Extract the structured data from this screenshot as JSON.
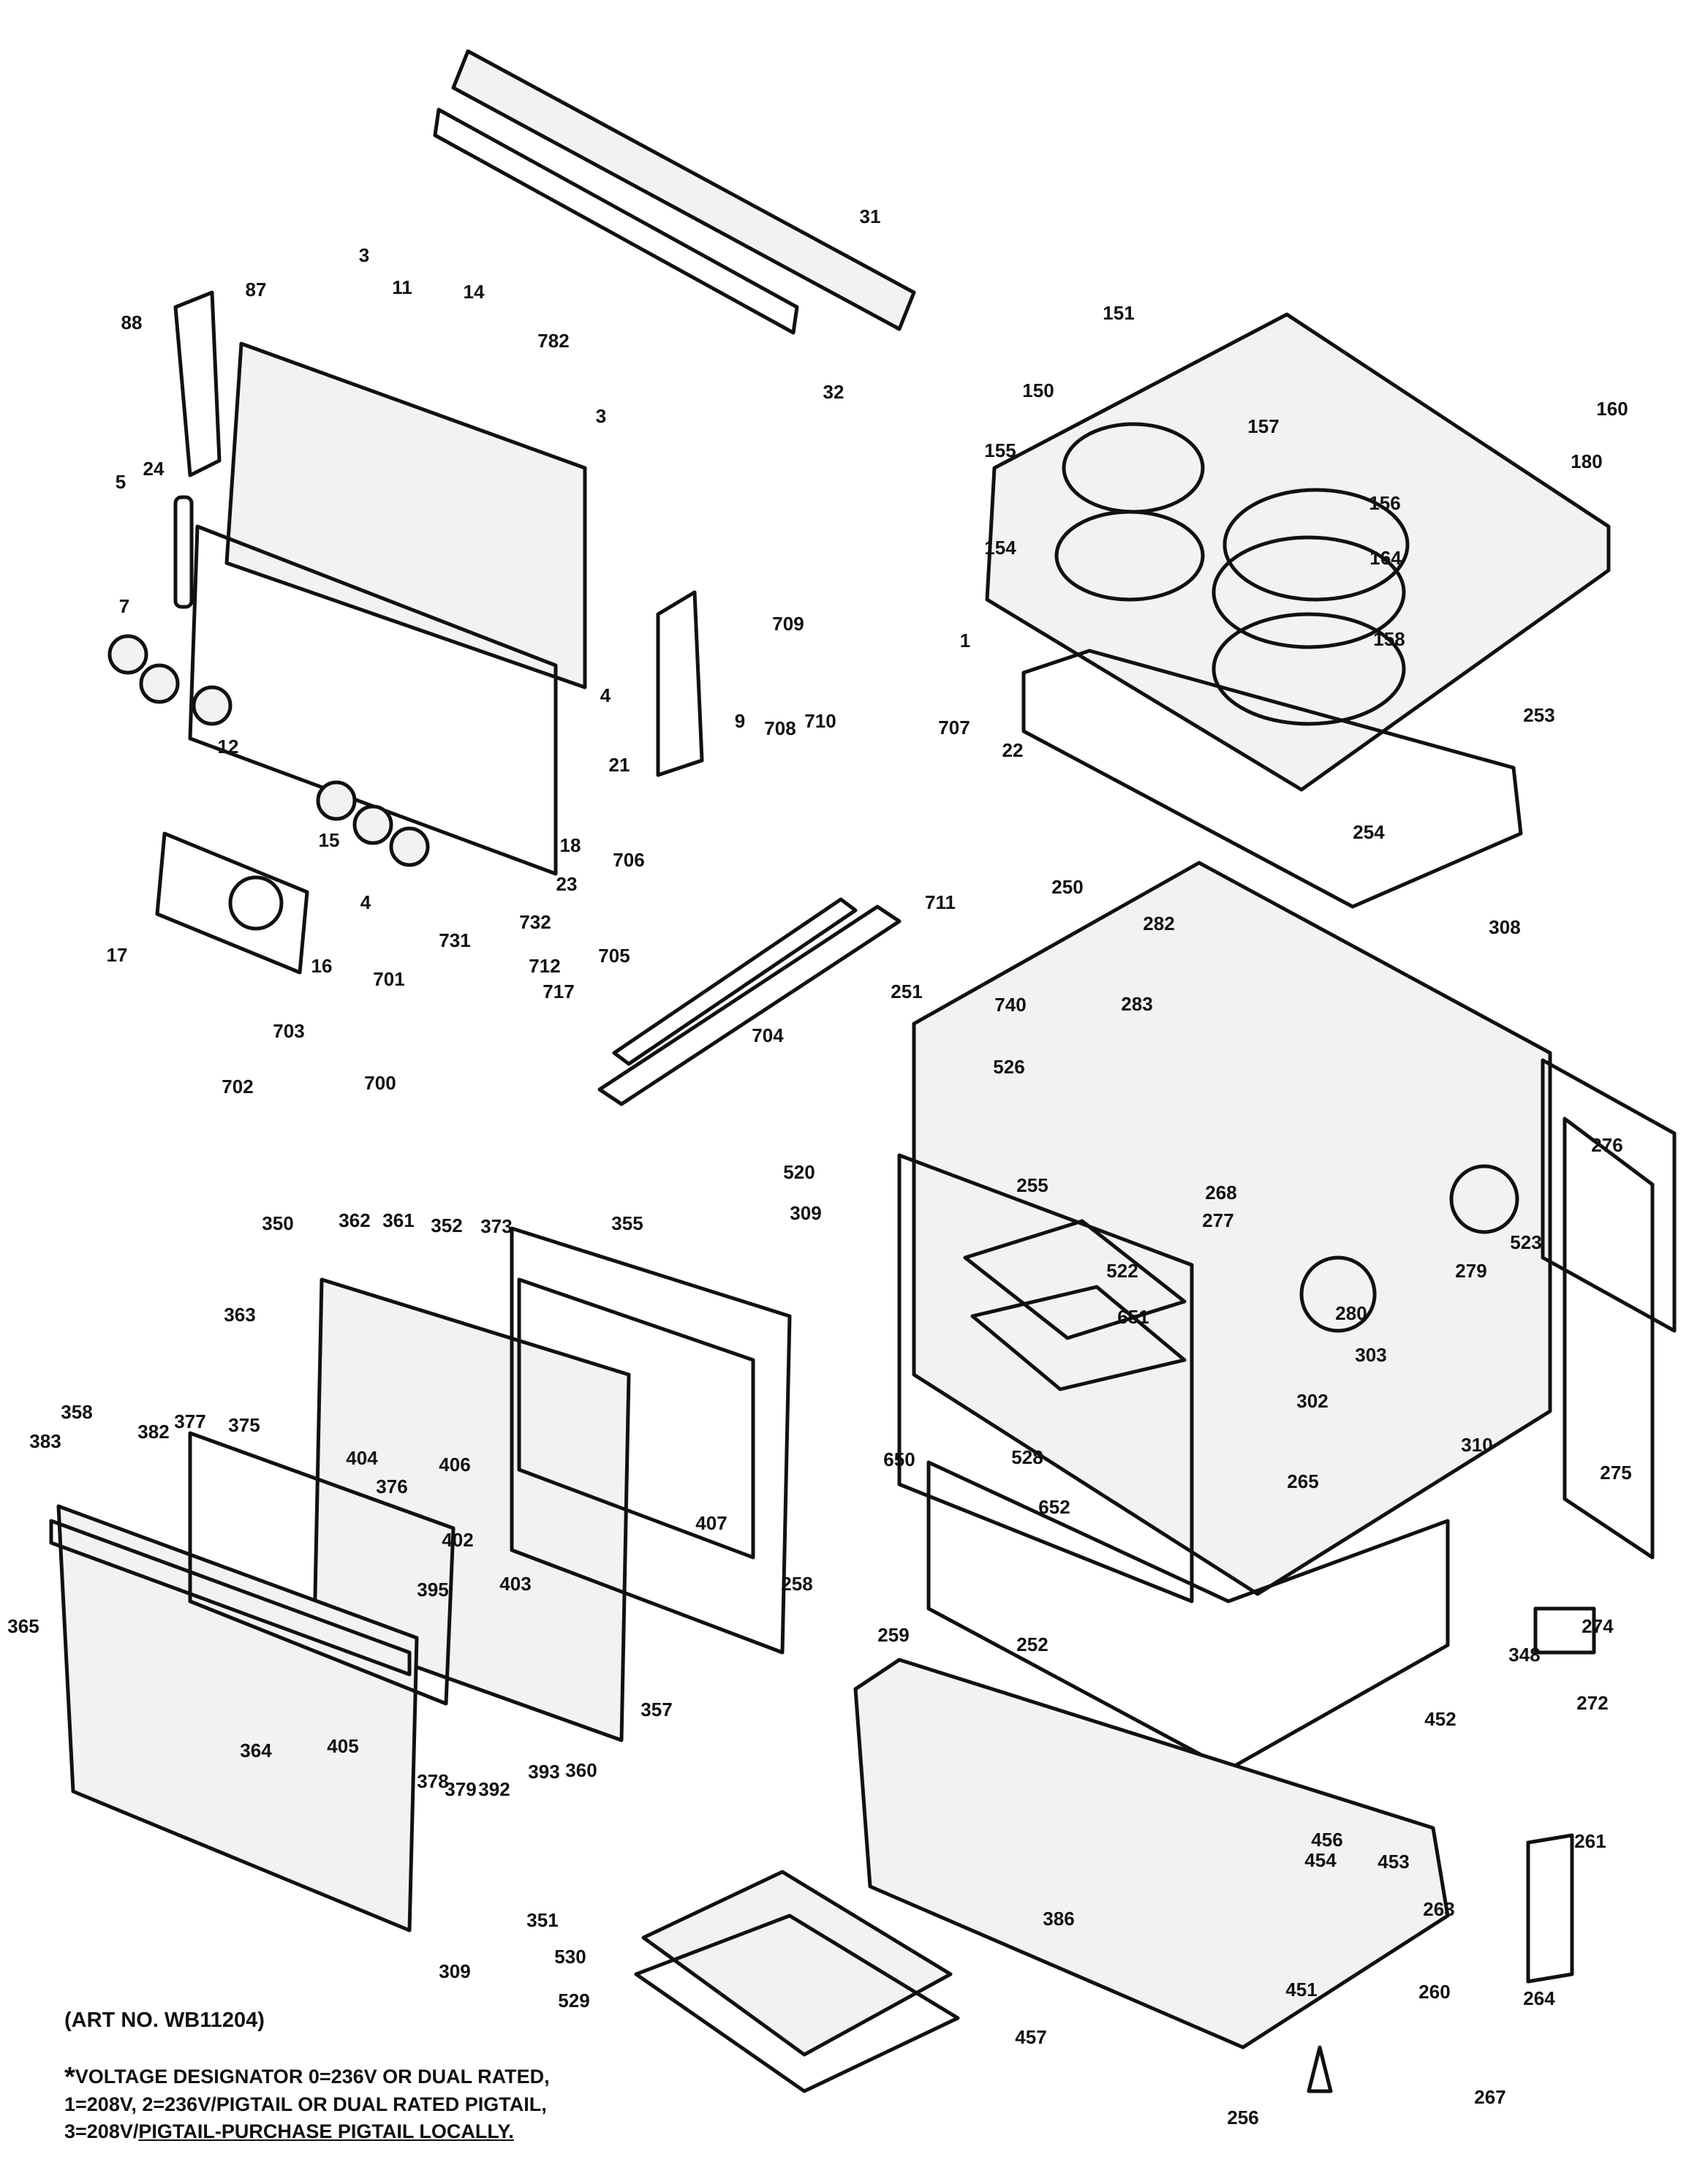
{
  "art_number": "(ART NO. WB11204)",
  "note": {
    "star": "*",
    "line1": "VOLTAGE DESIGNATOR 0=236V OR DUAL RATED,",
    "line2": "1=208V, 2=236V/PIGTAIL OR DUAL RATED PIGTAIL,",
    "line3_prefix": "3=208V/",
    "line3_underlined": "PIGTAIL-PURCHASE PIGTAIL LOCALLY."
  },
  "part_numbers": [
    "1",
    "3",
    "3",
    "4",
    "4",
    "5",
    "7",
    "9",
    "11",
    "12",
    "14",
    "15",
    "16",
    "17",
    "18",
    "21",
    "22",
    "23",
    "24",
    "31",
    "32",
    "87",
    "88",
    "150",
    "151",
    "154",
    "155",
    "156",
    "157",
    "158",
    "160",
    "164",
    "180",
    "250",
    "251",
    "252",
    "253",
    "254",
    "255",
    "256",
    "258",
    "259",
    "260",
    "261",
    "263",
    "264",
    "265",
    "267",
    "268",
    "272",
    "274",
    "275",
    "276",
    "277",
    "279",
    "280",
    "282",
    "283",
    "302",
    "303",
    "308",
    "309",
    "309",
    "310",
    "348",
    "350",
    "351",
    "352",
    "355",
    "357",
    "358",
    "360",
    "361",
    "362",
    "363",
    "364",
    "365",
    "373",
    "375",
    "376",
    "377",
    "378",
    "379",
    "382",
    "383",
    "386",
    "392",
    "393",
    "395",
    "402",
    "403",
    "404",
    "405",
    "406",
    "407",
    "451",
    "452",
    "453",
    "454",
    "456",
    "457",
    "520",
    "522",
    "523",
    "526",
    "528",
    "529",
    "530",
    "650",
    "651",
    "652",
    "700",
    "701",
    "702",
    "703",
    "704",
    "705",
    "706",
    "707",
    "708",
    "709",
    "710",
    "711",
    "712",
    "717",
    "731",
    "732",
    "740",
    "782"
  ]
}
